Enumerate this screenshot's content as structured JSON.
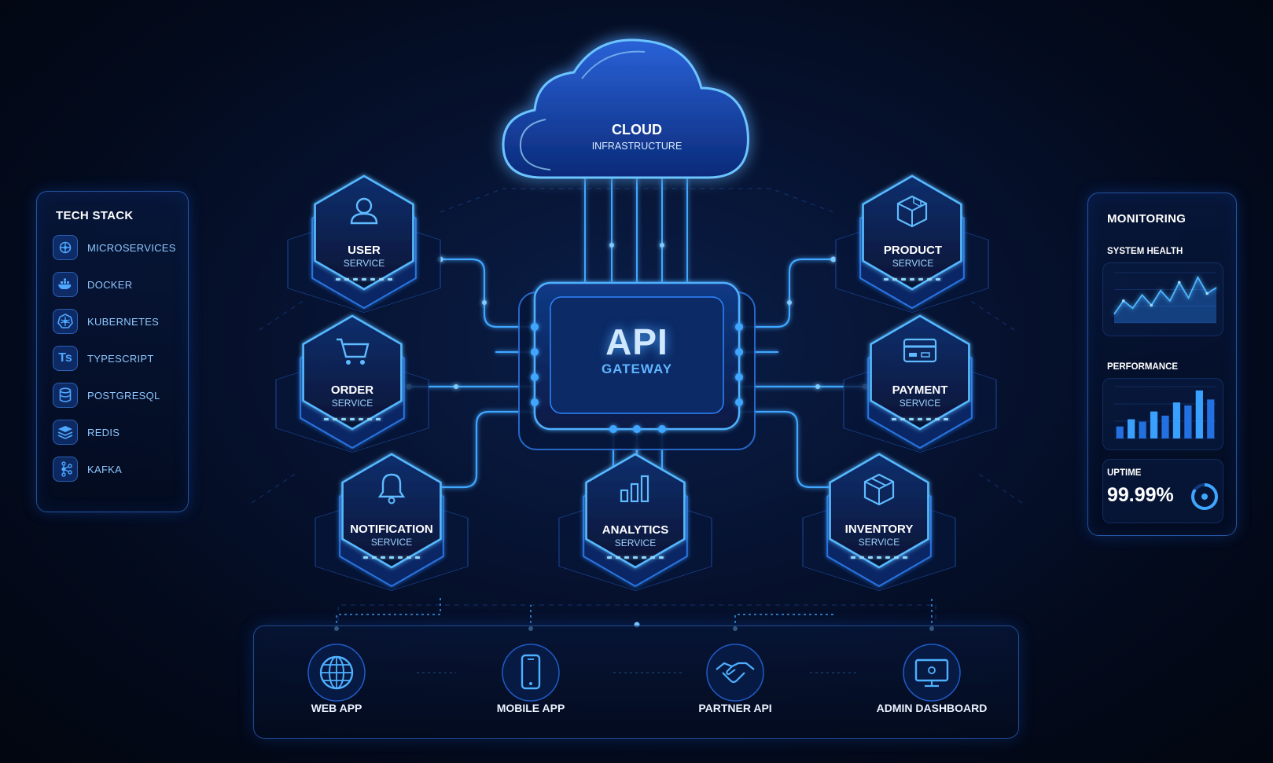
{
  "cloud": {
    "title": "CLOUD",
    "subtitle": "INFRASTRUCTURE"
  },
  "gateway": {
    "title": "API",
    "subtitle": "GATEWAY"
  },
  "services": [
    {
      "name": "USER",
      "sub": "SERVICE",
      "icon": "user-icon"
    },
    {
      "name": "ORDER",
      "sub": "SERVICE",
      "icon": "cart-icon"
    },
    {
      "name": "NOTIFICATION",
      "sub": "SERVICE",
      "icon": "bell-icon"
    },
    {
      "name": "ANALYTICS",
      "sub": "SERVICE",
      "icon": "bar-chart-icon"
    },
    {
      "name": "INVENTORY",
      "sub": "SERVICE",
      "icon": "box-icon"
    },
    {
      "name": "PAYMENT",
      "sub": "SERVICE",
      "icon": "credit-card-icon"
    },
    {
      "name": "PRODUCT",
      "sub": "SERVICE",
      "icon": "cube-icon"
    }
  ],
  "tech_stack": {
    "title": "TECH STACK",
    "items": [
      {
        "label": "MICROSERVICES",
        "icon": "network-hub-icon"
      },
      {
        "label": "DOCKER",
        "icon": "docker-whale-icon"
      },
      {
        "label": "KUBERNETES",
        "icon": "helm-wheel-icon"
      },
      {
        "label": "TYPESCRIPT",
        "icon": "ts-icon",
        "glyph": "Ts"
      },
      {
        "label": "POSTGRESQL",
        "icon": "database-icon"
      },
      {
        "label": "REDIS",
        "icon": "layers-icon"
      },
      {
        "label": "KAFKA",
        "icon": "nodes-icon"
      }
    ]
  },
  "monitoring": {
    "title": "MONITORING",
    "system_health": {
      "label": "SYSTEM HEALTH",
      "values": [
        12,
        30,
        20,
        38,
        24,
        44,
        30,
        55,
        34,
        62,
        40,
        48
      ]
    },
    "performance": {
      "label": "PERFORMANCE",
      "values": [
        20,
        32,
        28,
        45,
        38,
        60,
        55,
        80,
        65
      ]
    },
    "uptime": {
      "label": "UPTIME",
      "value": "99.99%"
    }
  },
  "clients": [
    {
      "label": "WEB APP",
      "icon": "globe-icon"
    },
    {
      "label": "MOBILE APP",
      "icon": "smartphone-icon"
    },
    {
      "label": "PARTNER API",
      "icon": "handshake-icon"
    },
    {
      "label": "ADMIN DASHBOARD",
      "icon": "monitor-icon"
    }
  ],
  "colors": {
    "accent": "#2f8cff",
    "glow": "#4fb6ff",
    "background": "#030a1c",
    "panel_border": "#3c8cff"
  }
}
